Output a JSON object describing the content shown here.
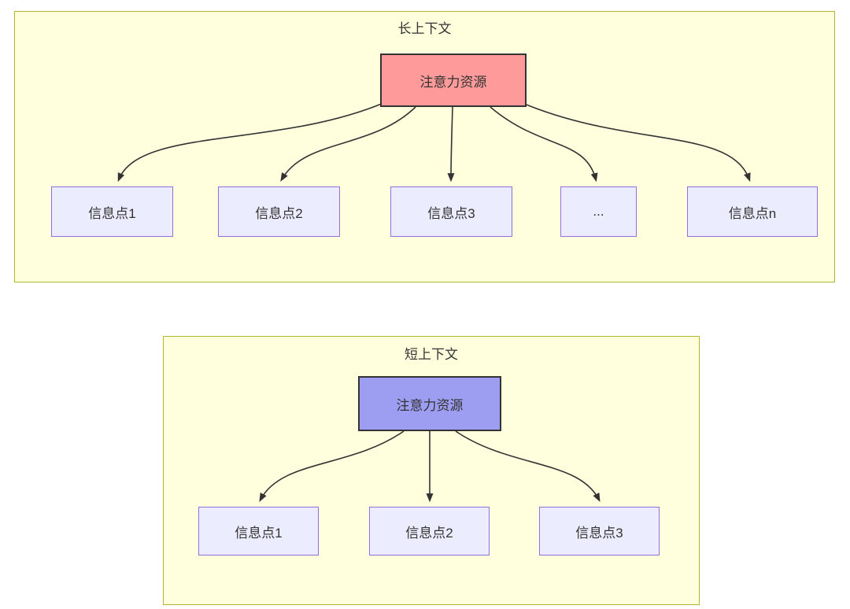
{
  "long_context": {
    "title": "长上下文",
    "attention_node": {
      "label": "注意力资源",
      "fill": "#ff9a9a"
    },
    "info_points": [
      "信息点1",
      "信息点2",
      "信息点3",
      "...",
      "信息点n"
    ]
  },
  "short_context": {
    "title": "短上下文",
    "attention_node": {
      "label": "注意力资源",
      "fill": "#9d9df2"
    },
    "info_points": [
      "信息点1",
      "信息点2",
      "信息点3"
    ]
  },
  "colors": {
    "panel_fill": "#ffffde",
    "panel_border": "#b5b52e",
    "info_node_fill": "#ececff",
    "info_node_border": "#9370db",
    "attention_node_border": "#333333",
    "arrow": "#333333",
    "text": "#333333"
  }
}
